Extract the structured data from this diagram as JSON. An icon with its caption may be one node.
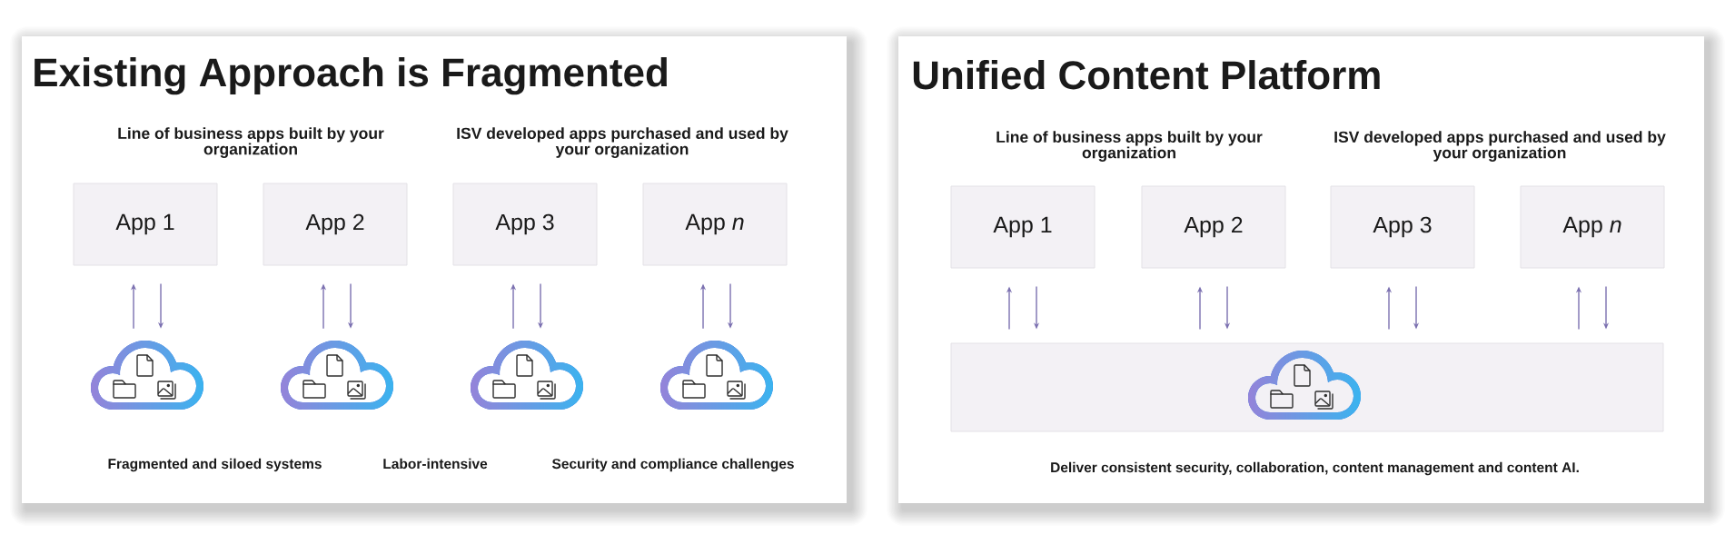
{
  "diagram": {
    "nodes": [
      {
        "text": [
          "Existing Approach is Fragmented"
        ]
      },
      {
        "text": [
          "App 1"
        ],
        "in": 0
      },
      {
        "text": [
          "App 2"
        ],
        "in": 0
      },
      {
        "text": [
          "App 3"
        ],
        "in": 0
      },
      {
        "text": [
          "App *n*"
        ],
        "in": 0
      },
      {
        "text": [],
        "shape": "cloud",
        "in": 0
      },
      {
        "text": [],
        "shape": "cloud",
        "in": 0
      },
      {
        "text": [],
        "shape": "cloud",
        "in": 0
      },
      {
        "text": [],
        "shape": "cloud",
        "in": 0
      },
      {
        "text": [
          "Unified Content Platform"
        ]
      },
      {
        "text": [
          "App 1"
        ],
        "in": 9
      },
      {
        "text": [
          "App 2"
        ],
        "in": 9
      },
      {
        "text": [
          "App 3"
        ],
        "in": 9
      },
      {
        "text": [
          "App *n*"
        ],
        "in": 9
      },
      {
        "text": [],
        "shape": "box",
        "in": 9
      },
      {
        "text": [],
        "shape": "cloud",
        "in": 14
      }
    ],
    "edges": [
      {
        "from": 5,
        "to": 1,
        "arrow": "to"
      },
      {
        "from": 1,
        "to": 5,
        "arrow": "to"
      },
      {
        "from": 6,
        "to": 2,
        "arrow": "to"
      },
      {
        "from": 2,
        "to": 6,
        "arrow": "to"
      },
      {
        "from": 7,
        "to": 3,
        "arrow": "to"
      },
      {
        "from": 3,
        "to": 7,
        "arrow": "to"
      },
      {
        "from": 8,
        "to": 4,
        "arrow": "to"
      },
      {
        "from": 4,
        "to": 8,
        "arrow": "to"
      },
      {
        "from": 14,
        "to": 10,
        "arrow": "to"
      },
      {
        "from": 10,
        "to": 14,
        "arrow": "to"
      },
      {
        "from": 14,
        "to": 11,
        "arrow": "to"
      },
      {
        "from": 11,
        "to": 14,
        "arrow": "to"
      },
      {
        "from": 14,
        "to": 12,
        "arrow": "to"
      },
      {
        "from": 12,
        "to": 14,
        "arrow": "to"
      },
      {
        "from": 14,
        "to": 13,
        "arrow": "to"
      },
      {
        "from": 13,
        "to": 14,
        "arrow": "to"
      }
    ],
    "labels": [
      "Line of business apps built by your organization",
      "ISV developed apps purchased and used by your organization",
      "Fragmented and siloed systems",
      "Labor-intensive",
      "Security and compliance challenges",
      "Line of business apps built by your organization",
      "ISV developed apps purchased and used by your organization",
      "Deliver consistent security, collaboration, content management and content AI."
    ]
  }
}
